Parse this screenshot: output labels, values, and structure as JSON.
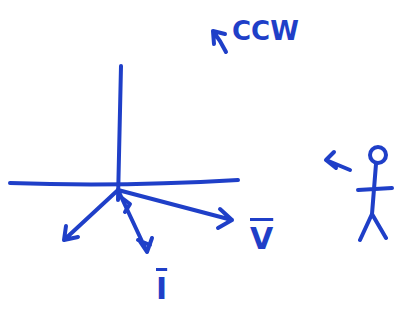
{
  "diagram": {
    "labels": [
      "CCW",
      "V",
      "I"
    ]
  }
}
